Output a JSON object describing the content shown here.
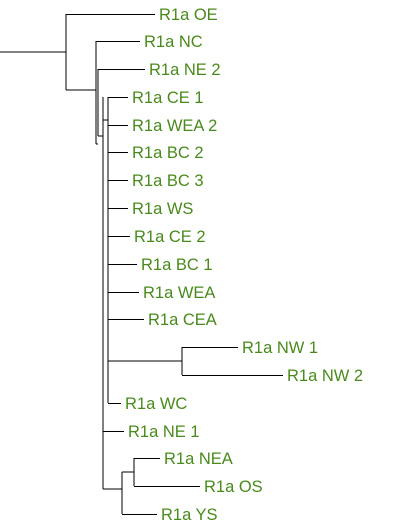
{
  "colors": {
    "label": "#4a8a1c",
    "branch": "#000000",
    "background": "#ffffff"
  },
  "tree": {
    "leaves": [
      "R1a OE",
      "R1a NC",
      "R1a NE 2",
      "R1a CE 1",
      "R1a WEA 2",
      "R1a BC 2",
      "R1a BC 3",
      "R1a WS",
      "R1a CE 2",
      "R1a BC 1",
      "R1a WEA",
      "R1a CEA",
      "R1a NW 1",
      "R1a NW 2",
      "R1a WC",
      "R1a NE 1",
      "R1a NEA",
      "R1a OS",
      "R1a YS"
    ]
  }
}
